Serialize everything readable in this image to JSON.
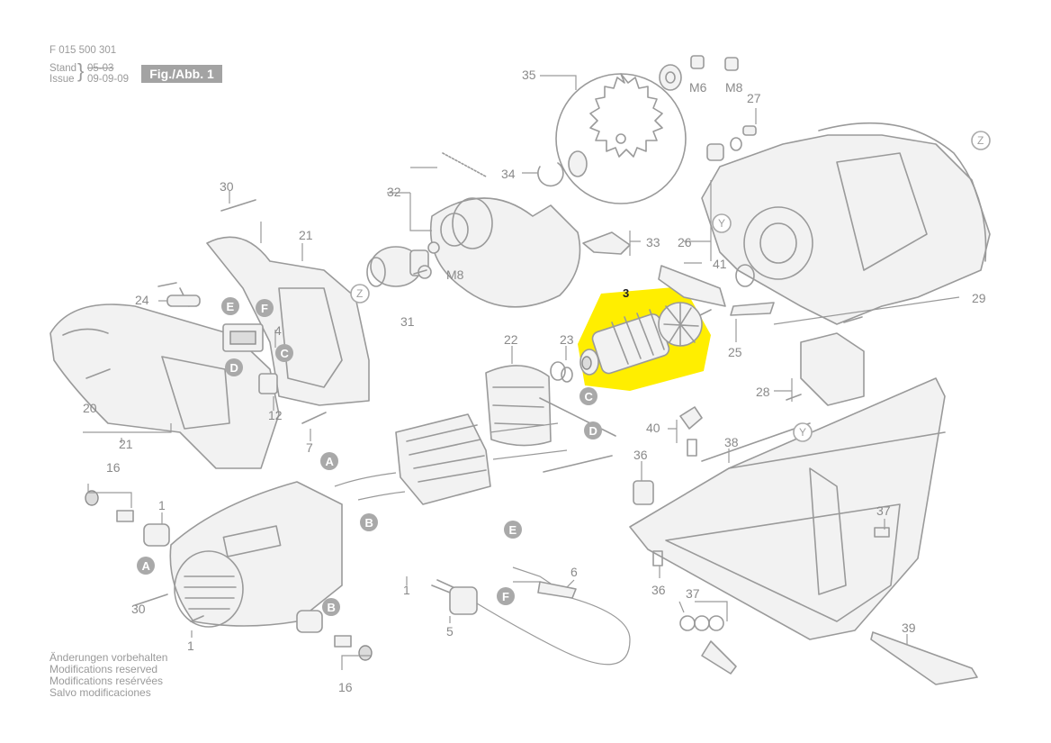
{
  "header": {
    "doc_number": "F 015 500 301",
    "stand_label": "Stand",
    "issue_label": "Issue",
    "old_date": "05-03",
    "new_date": "09-09-09",
    "figure_label": "Fig./Abb. 1"
  },
  "footer_notes": [
    "Änderungen vorbehalten",
    "Modifications reserved",
    "Modifications resérvées",
    "Salvo modificaciones"
  ],
  "highlight": {
    "part_number": "3",
    "color": "#ffee00"
  },
  "part_labels": {
    "p1a": "1",
    "p1b": "1",
    "p1c": "1",
    "p3": "3",
    "p4": "4",
    "p5": "5",
    "p6": "6",
    "p7": "7",
    "p12": "12",
    "p16a": "16",
    "p16b": "16",
    "p20": "20",
    "p21a": "21",
    "p21b": "21",
    "p22": "22",
    "p23": "23",
    "p24": "24",
    "p25": "25",
    "p26": "26",
    "p27": "27",
    "p28": "28",
    "p29": "29",
    "p30a": "30",
    "p30b": "30",
    "p31": "31",
    "p32": "32",
    "p33": "33",
    "p34": "34",
    "p35": "35",
    "p36a": "36",
    "p36b": "36",
    "p37a": "37",
    "p37b": "37",
    "p38": "38",
    "p39": "39",
    "p40": "40",
    "p41": "41",
    "m6": "M6",
    "m8a": "M8",
    "m8b": "M8"
  },
  "connectors": {
    "A1": "A",
    "A2": "A",
    "B1": "B",
    "B2": "B",
    "C1": "C",
    "C2": "C",
    "D1": "D",
    "D2": "D",
    "E1": "E",
    "E2": "E",
    "F1": "F",
    "F2": "F"
  },
  "ref_marks": {
    "Z1": "Z",
    "Z2": "Z",
    "Y1": "Y",
    "Y2": "Y"
  }
}
